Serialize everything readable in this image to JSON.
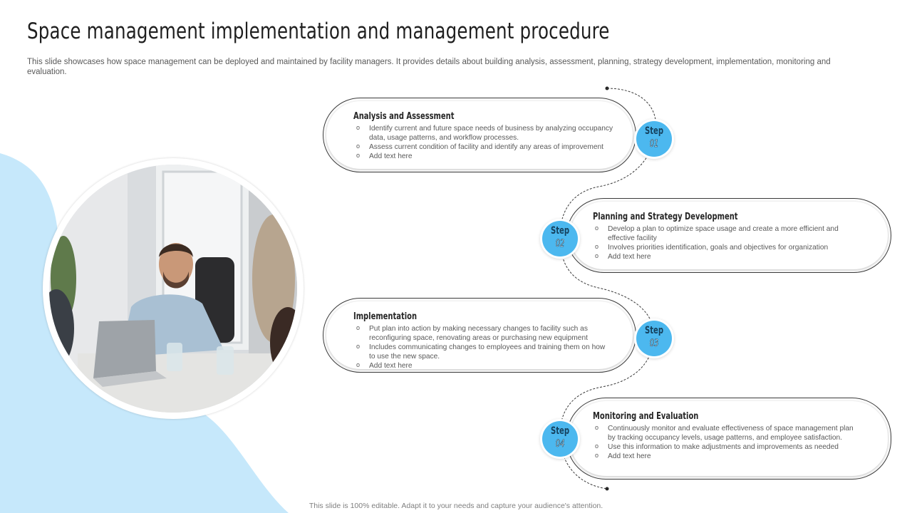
{
  "title": "Space management implementation and management procedure",
  "subtitle": "This slide showcases how space management can be deployed and maintained by facility managers. It provides details about building analysis, assessment, planning, strategy development, implementation, monitoring and evaluation.",
  "colors": {
    "accent": "#4cb8ef",
    "blob": "#c6e8fb",
    "text": "#595959",
    "dark": "#262626"
  },
  "steps": [
    {
      "label": "Step",
      "number": "01",
      "title": "Analysis and Assessment",
      "bullets": [
        "Identify current and future space needs of business by analyzing occupancy data, usage patterns, and workflow processes.",
        "Assess current condition of facility and identify any areas of improvement",
        "Add text here"
      ]
    },
    {
      "label": "Step",
      "number": "02",
      "title": "Planning and Strategy Development",
      "bullets": [
        "Develop a plan to optimize space usage and create a more efficient and effective facility",
        "Involves priorities identification, goals and objectives for organization",
        "Add text here"
      ]
    },
    {
      "label": "Step",
      "number": "03",
      "title": "Implementation",
      "bullets": [
        "Put plan into action by making necessary changes to facility such as reconfiguring space, renovating areas or purchasing new equipment",
        "Includes communicating changes to employees and training them on how to use the new space.",
        "Add text here"
      ]
    },
    {
      "label": "Step",
      "number": "04",
      "title": "Monitoring and Evaluation",
      "bullets": [
        "Continuously monitor and evaluate effectiveness of space management plan by tracking occupancy levels, usage patterns, and employee satisfaction.",
        "Use this information to make adjustments and improvements as needed",
        "Add text here"
      ]
    }
  ],
  "footer": "This slide is 100% editable. Adapt it to your needs and capture your audience's attention."
}
